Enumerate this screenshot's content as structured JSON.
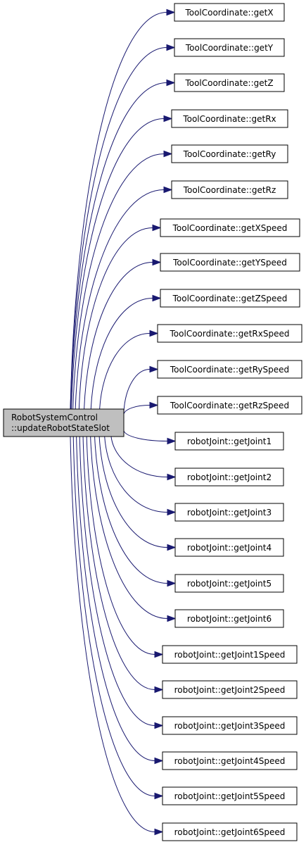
{
  "colors": {
    "edge": "#191970",
    "root_fill": "#bfbfbf",
    "node_fill": "#ffffff",
    "node_border": "#000000"
  },
  "caller": {
    "line1": "RobotSystemControl",
    "line2": "::updateRobotStateSlot"
  },
  "callees": [
    "ToolCoordinate::getX",
    "ToolCoordinate::getY",
    "ToolCoordinate::getZ",
    "ToolCoordinate::getRx",
    "ToolCoordinate::getRy",
    "ToolCoordinate::getRz",
    "ToolCoordinate::getXSpeed",
    "ToolCoordinate::getYSpeed",
    "ToolCoordinate::getZSpeed",
    "ToolCoordinate::getRxSpeed",
    "ToolCoordinate::getRySpeed",
    "ToolCoordinate::getRzSpeed",
    "robotJoint::getJoint1",
    "robotJoint::getJoint2",
    "robotJoint::getJoint3",
    "robotJoint::getJoint4",
    "robotJoint::getJoint5",
    "robotJoint::getJoint6",
    "robotJoint::getJoint1Speed",
    "robotJoint::getJoint2Speed",
    "robotJoint::getJoint3Speed",
    "robotJoint::getJoint4Speed",
    "robotJoint::getJoint5Speed",
    "robotJoint::getJoint6Speed"
  ]
}
